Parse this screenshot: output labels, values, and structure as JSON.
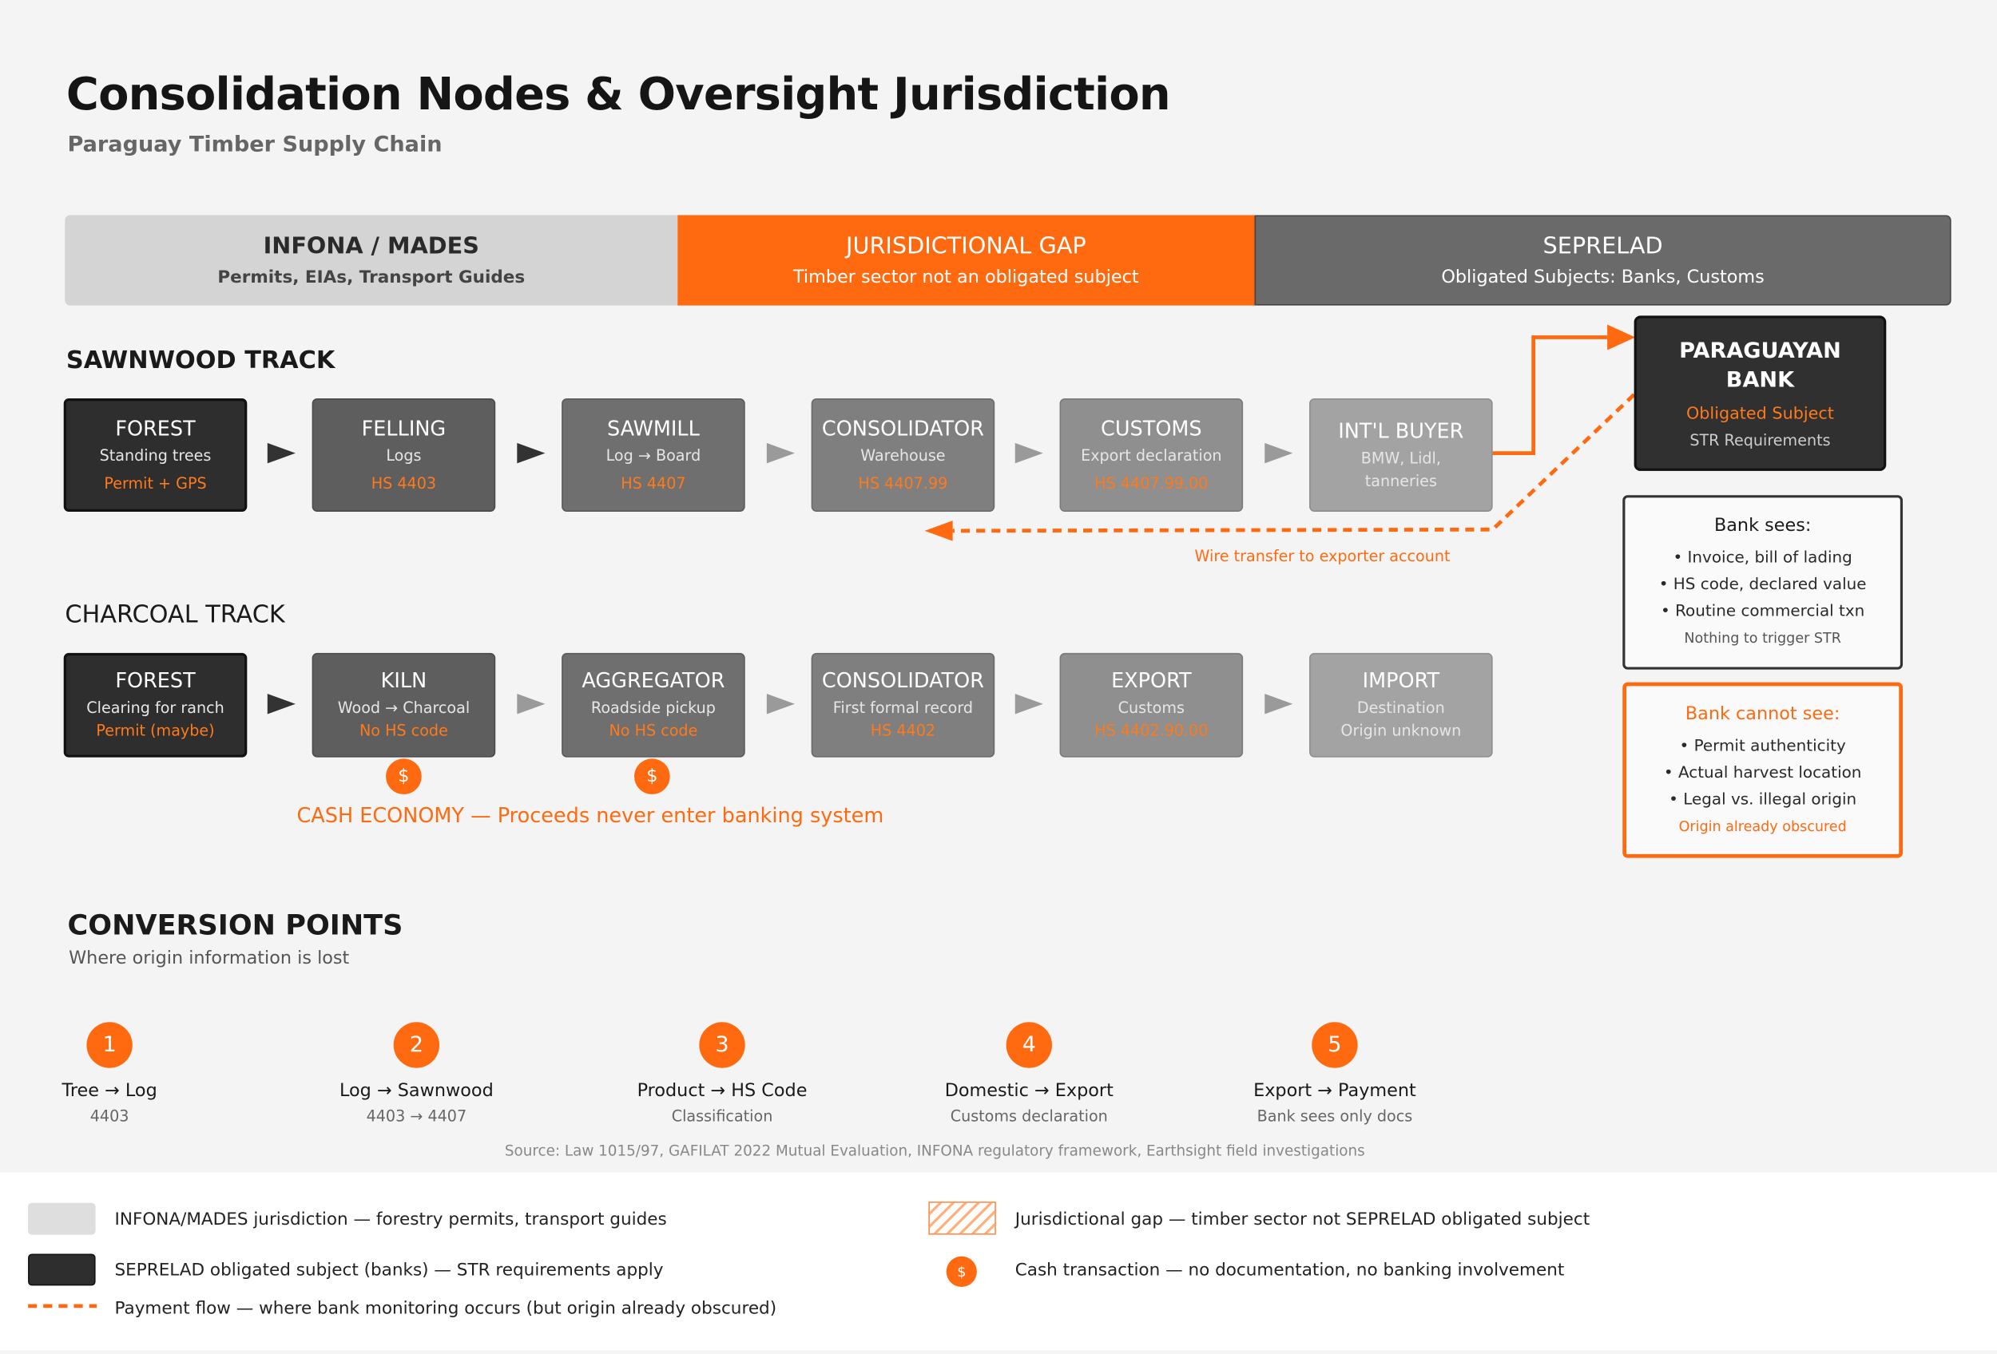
{
  "header": {
    "title": "Consolidation Nodes & Oversight Jurisdiction",
    "subtitle": "Paraguay Timber Supply Chain"
  },
  "jurisdiction_bands": [
    {
      "title": "INFONA / MADES",
      "subtitle": "Permits, EIAs, Transport Guides"
    },
    {
      "title": "JURISDICTIONAL GAP",
      "subtitle": "Timber sector not an obligated subject"
    },
    {
      "title": "SEPRELAD",
      "subtitle": "Obligated Subjects: Banks, Customs"
    }
  ],
  "sawnwood": {
    "label": "SAWNWOOD TRACK",
    "nodes": [
      {
        "title": "FOREST",
        "sub": "Standing trees",
        "code": "Permit + GPS"
      },
      {
        "title": "FELLING",
        "sub": "Logs",
        "code": "HS 4403"
      },
      {
        "title": "SAWMILL",
        "sub": "Log → Board",
        "code": "HS 4407"
      },
      {
        "title": "CONSOLIDATOR",
        "sub": "Warehouse",
        "code": "HS 4407.99"
      },
      {
        "title": "CUSTOMS",
        "sub": "Export declaration",
        "code": "HS 4407.99.00"
      },
      {
        "title": "INT'L BUYER",
        "sub": "BMW, Lidl,",
        "sub2": "tanneries"
      }
    ],
    "wire_label": "Wire transfer to exporter account"
  },
  "charcoal": {
    "label": "CHARCOAL TRACK",
    "nodes": [
      {
        "title": "FOREST",
        "sub": "Clearing for ranch",
        "code": "Permit (maybe)"
      },
      {
        "title": "KILN",
        "sub": "Wood → Charcoal",
        "code": "No HS code"
      },
      {
        "title": "AGGREGATOR",
        "sub": "Roadside pickup",
        "code": "No HS code"
      },
      {
        "title": "CONSOLIDATOR",
        "sub": "First formal record",
        "code": "HS 4402"
      },
      {
        "title": "EXPORT",
        "sub": "Customs",
        "code": "HS 4402.90.00"
      },
      {
        "title": "IMPORT",
        "sub": "Destination",
        "sub2": "Origin unknown"
      }
    ],
    "cash_symbol": "$",
    "cash_label": "CASH ECONOMY — Proceeds never enter banking system"
  },
  "bank": {
    "title_line1": "PARAGUAYAN",
    "title_line2": "BANK",
    "obligated": "Obligated Subject",
    "str": "STR Requirements"
  },
  "bank_sees": {
    "heading": "Bank sees:",
    "items": [
      "• Invoice, bill of lading",
      "• HS code, declared value",
      "• Routine commercial txn"
    ],
    "footer": "Nothing to trigger STR"
  },
  "bank_cannot_see": {
    "heading": "Bank cannot see:",
    "items": [
      "• Permit authenticity",
      "• Actual harvest location",
      "• Legal vs. illegal origin"
    ],
    "footer": "Origin already obscured"
  },
  "conversion": {
    "title": "CONVERSION POINTS",
    "subtitle": "Where origin information is lost",
    "steps": [
      {
        "num": "1",
        "label": "Tree → Log",
        "detail": "4403"
      },
      {
        "num": "2",
        "label": "Log → Sawnwood",
        "detail": "4403 → 4407"
      },
      {
        "num": "3",
        "label": "Product → HS Code",
        "detail": "Classification"
      },
      {
        "num": "4",
        "label": "Domestic → Export",
        "detail": "Customs declaration"
      },
      {
        "num": "5",
        "label": "Export → Payment",
        "detail": "Bank sees only docs"
      }
    ],
    "source": "Source: Law 1015/97, GAFILAT 2022 Mutual Evaluation, INFONA regulatory framework, Earthsight field investigations"
  },
  "legend": {
    "infona": "INFONA/MADES jurisdiction — forestry permits, transport guides",
    "seprelad": "SEPRELAD obligated subject (banks) — STR requirements apply",
    "payment": "Payment flow — where bank monitoring occurs (but origin already obscured)",
    "gap": "Jurisdictional gap — timber sector not SEPRELAD obligated subject",
    "cash_symbol": "$",
    "cash": "Cash transaction — no documentation, no banking involvement"
  },
  "colors": {
    "accent": "#ff6a10",
    "dark_node": "#2e2e2e",
    "infona_band": "#d4d4d4",
    "seprelad_band": "#6a6a6a"
  }
}
